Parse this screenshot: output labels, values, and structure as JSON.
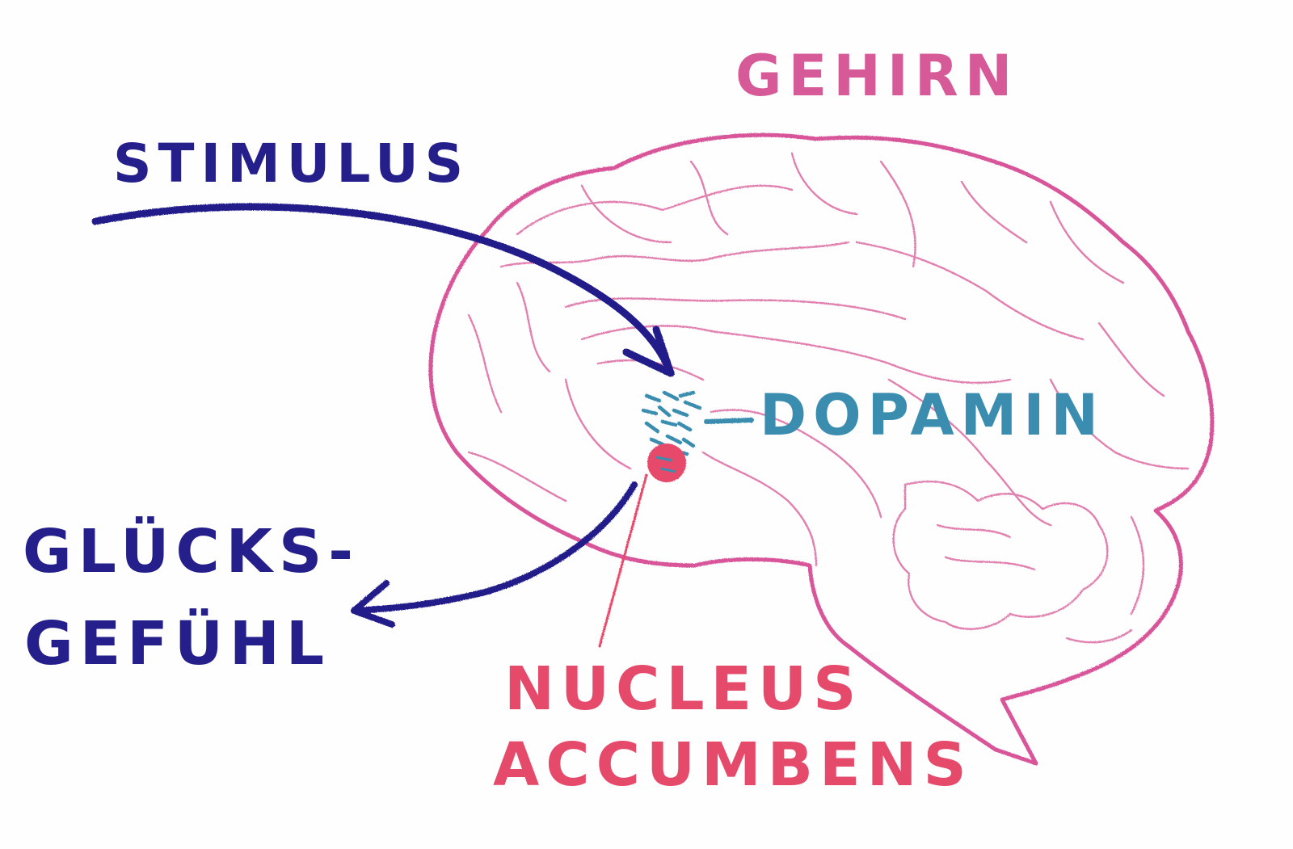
{
  "labels": {
    "brain": "GEHIRN",
    "stimulus": "STIMULUS",
    "dopamine": "DOPAMIN",
    "happiness_line1": "GLÜCKS-",
    "happiness_line2": "GEFÜHL",
    "nucleus_line1": "NUCLEUS",
    "nucleus_line2": "ACCUMBENS"
  },
  "colors": {
    "brain_outline": "#d9559a",
    "brain_folds": "#dc6aa2",
    "label_brain": "#d65a98",
    "arrows_and_side_labels": "#241f8a",
    "dopamine": "#3b8db0",
    "nucleus": "#e64a6a",
    "background": "#fefefe"
  }
}
